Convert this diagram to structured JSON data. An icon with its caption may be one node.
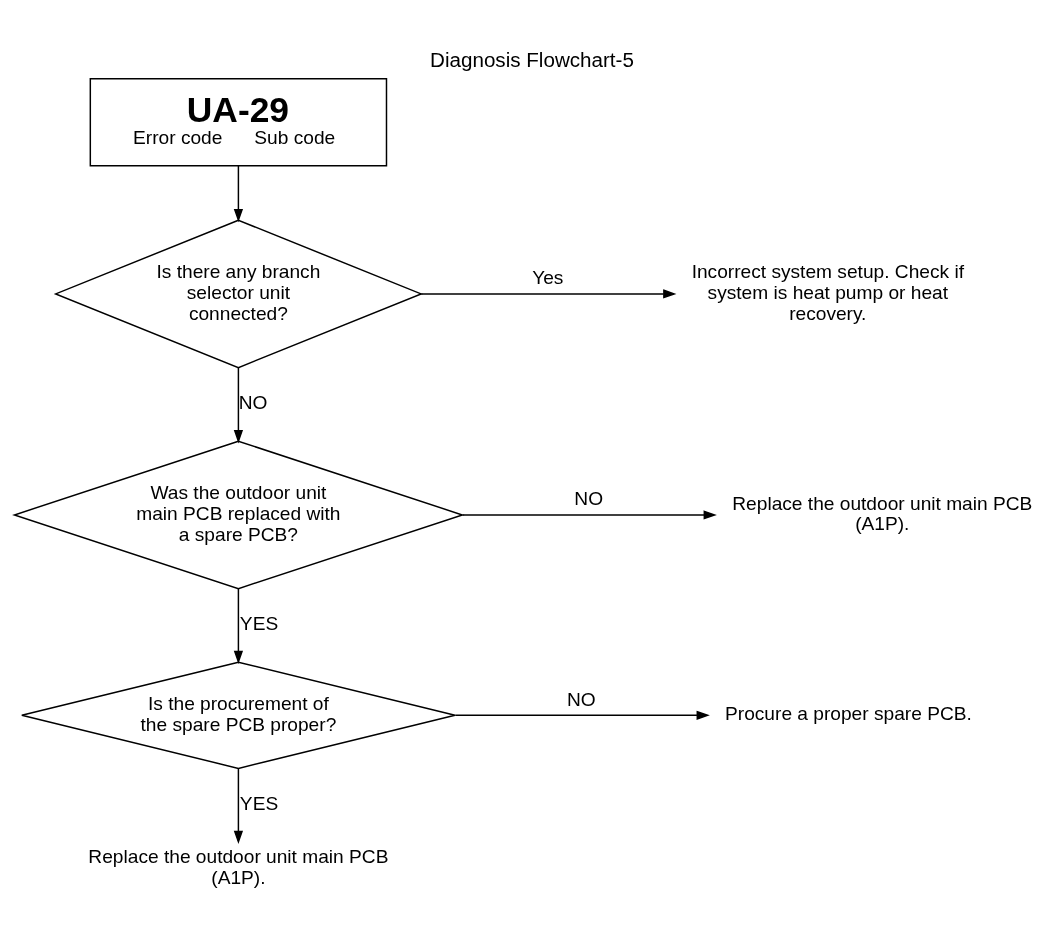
{
  "diagram": {
    "title": "Diagnosis Flowchart-5",
    "nodes": [
      {
        "text": [
          "UA-29",
          "Error code",
          "Sub code"
        ]
      },
      {
        "text": [
          "Is there any branch selector unit connected?"
        ]
      },
      {
        "text": [
          "Incorrect system setup. Check if system is heat pump or heat recovery."
        ]
      },
      {
        "text": [
          "Was the outdoor unit main PCB replaced with a spare PCB?"
        ]
      },
      {
        "text": [
          "Replace the outdoor unit main PCB (A1P)."
        ]
      },
      {
        "text": [
          "Is the procurement of the spare PCB proper?"
        ]
      },
      {
        "text": [
          "Procure a proper spare PCB."
        ]
      },
      {
        "text": [
          "Replace the outdoor unit main PCB (A1P)."
        ]
      }
    ],
    "edges": [
      {
        "from": 0,
        "to": 1,
        "arrow": "to"
      },
      {
        "from": 1,
        "to": 2,
        "arrow": "to",
        "label": "Yes"
      },
      {
        "from": 1,
        "to": 3,
        "arrow": "to",
        "label": "NO"
      },
      {
        "from": 3,
        "to": 4,
        "arrow": "to",
        "label": "NO"
      },
      {
        "from": 3,
        "to": 5,
        "arrow": "to",
        "label": "YES"
      },
      {
        "from": 5,
        "to": 6,
        "arrow": "to",
        "label": "NO"
      },
      {
        "from": 5,
        "to": 7,
        "arrow": "to",
        "label": "YES"
      }
    ]
  }
}
